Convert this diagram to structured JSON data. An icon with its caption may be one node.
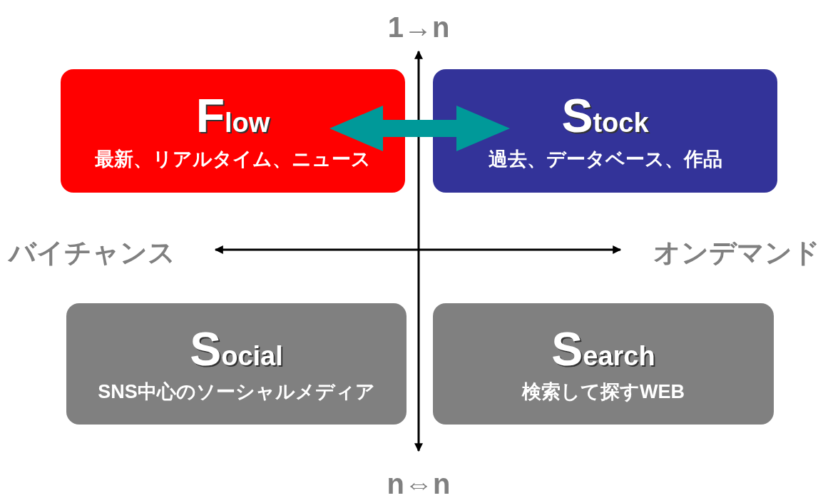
{
  "diagram": {
    "nodes": [
      {
        "text": [
          "Flow",
          "最新、リアルタイム、ニュース"
        ]
      },
      {
        "text": [
          "Stock",
          "過去、データベース、作品"
        ]
      },
      {
        "text": [
          "Social",
          "SNS中心のソーシャルメディア"
        ]
      },
      {
        "text": [
          "Search",
          "検索して探すWEB"
        ]
      }
    ],
    "edges": [
      {
        "from": 0,
        "to": 1,
        "arrow": "both",
        "style": "thick",
        "color": "#009999"
      }
    ],
    "labels": [
      "1→n",
      "バイチャンス",
      "オンデマンド",
      "n⇔n"
    ]
  }
}
